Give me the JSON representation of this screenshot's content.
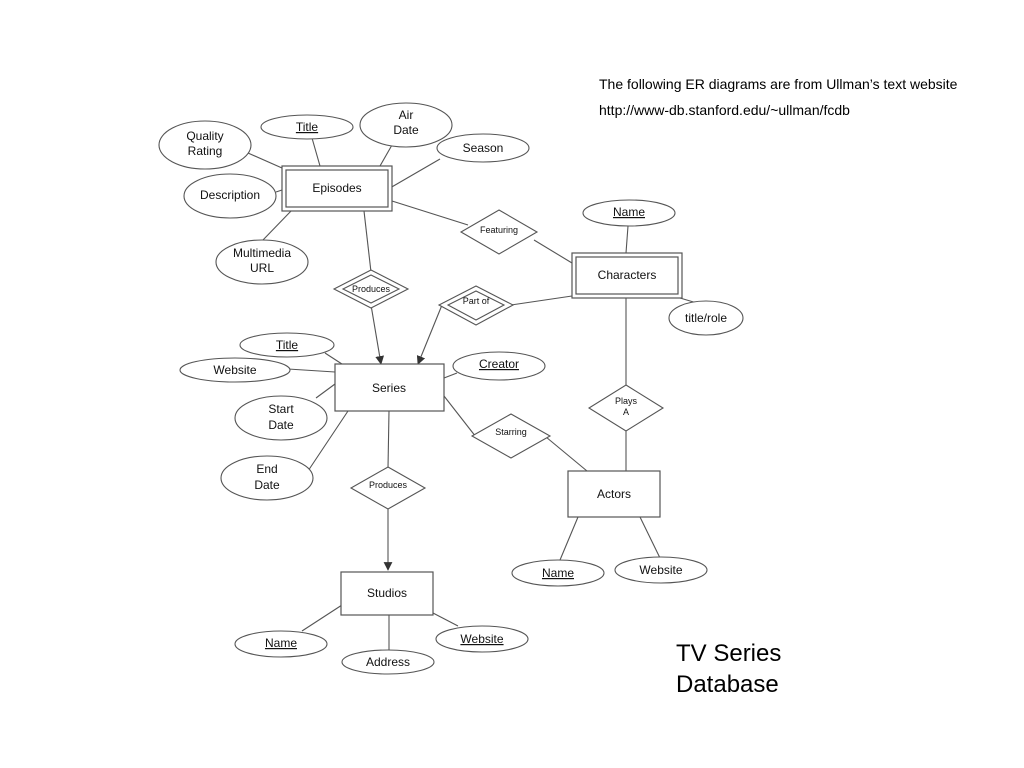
{
  "caption": {
    "text": "The following ER diagrams are from Ullman’s text website",
    "url": "http://www-db.stanford.edu/~ullman/fcdb"
  },
  "diagram_title": {
    "line1": "TV Series",
    "line2": "Database"
  },
  "entities": {
    "episodes": "Episodes",
    "characters": "Characters",
    "series": "Series",
    "actors": "Actors",
    "studios": "Studios"
  },
  "relationships": {
    "featuring": "Featuring",
    "produces_episodes": "Produces",
    "part_of": "Part of",
    "plays_a": [
      "Plays",
      "A"
    ],
    "starring": "Starring",
    "produces_studios": "Produces"
  },
  "attributes": {
    "episodes": {
      "quality_rating": [
        "Quality",
        "Rating"
      ],
      "title": "Title",
      "air_date": [
        "Air",
        "Date"
      ],
      "season": "Season",
      "description": "Description",
      "multimedia_url": [
        "Multimedia",
        "URL"
      ]
    },
    "characters": {
      "name": "Name",
      "title_role": "title/role"
    },
    "series": {
      "title": "Title",
      "website": "Website",
      "creator": "Creator",
      "start_date": [
        "Start",
        "Date"
      ],
      "end_date": [
        "End",
        "Date"
      ]
    },
    "actors": {
      "name": "Name",
      "website": "Website"
    },
    "studios": {
      "name": "Name",
      "address": "Address",
      "website": "Website"
    }
  },
  "colors": {
    "stroke": "#555555",
    "text": "#111111"
  }
}
